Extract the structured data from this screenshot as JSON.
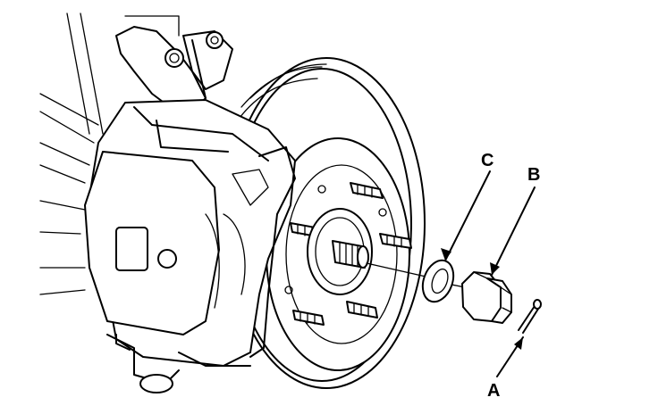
{
  "labels": {
    "a": "A",
    "b": "B",
    "c": "C"
  },
  "parts": {
    "a": "cotter-pin",
    "b": "castle-nut",
    "c": "washer"
  },
  "colors": {
    "line": "#000000",
    "background": "#ffffff"
  }
}
